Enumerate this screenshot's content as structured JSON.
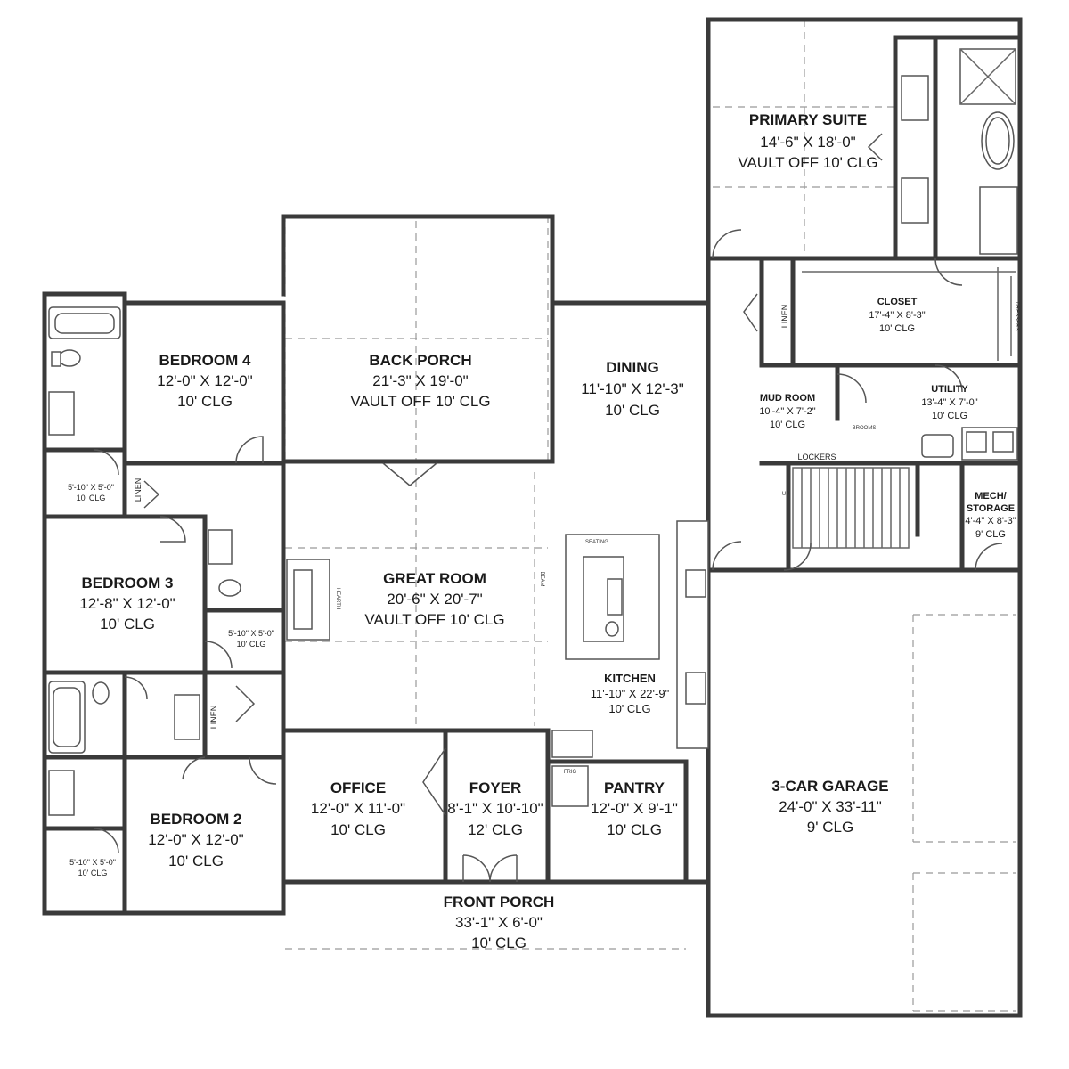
{
  "rooms": {
    "primary_suite": {
      "name": "PRIMARY SUITE",
      "size": "14'-6\" X 18'-0\"",
      "ceiling": "VAULT OFF 10' CLG"
    },
    "closet": {
      "name": "CLOSET",
      "size": "17'-4\" X 8'-3\"",
      "ceiling": "10' CLG"
    },
    "mud_room": {
      "name": "MUD ROOM",
      "size": "10'-4\" X 7'-2\"",
      "ceiling": "10' CLG"
    },
    "utility": {
      "name": "UTILITY",
      "size": "13'-4\" X 7'-0\"",
      "ceiling": "10' CLG"
    },
    "mech_storage": {
      "name1": "MECH/",
      "name2": "STORAGE",
      "size": "4'-4\" X 8'-3\"",
      "ceiling": "9' CLG"
    },
    "bedroom4": {
      "name": "BEDROOM 4",
      "size": "12'-0\" X 12'-0\"",
      "ceiling": "10' CLG"
    },
    "back_porch": {
      "name": "BACK PORCH",
      "size": "21'-3\" X 19'-0\"",
      "ceiling": "VAULT OFF 10' CLG"
    },
    "dining": {
      "name": "DINING",
      "size": "11'-10\" X 12'-3\"",
      "ceiling": "10' CLG"
    },
    "bedroom3": {
      "name": "BEDROOM 3",
      "size": "12'-8\" X 12'-0\"",
      "ceiling": "10' CLG"
    },
    "great_room": {
      "name": "GREAT ROOM",
      "size": "20'-6\" X 20'-7\"",
      "ceiling": "VAULT OFF 10' CLG"
    },
    "kitchen": {
      "name": "KITCHEN",
      "size": "11'-10\" X 22'-9\"",
      "ceiling": "10' CLG"
    },
    "bedroom2": {
      "name": "BEDROOM 2",
      "size": "12'-0\" X 12'-0\"",
      "ceiling": "10' CLG"
    },
    "office": {
      "name": "OFFICE",
      "size": "12'-0\" X 11'-0\"",
      "ceiling": "10' CLG"
    },
    "foyer": {
      "name": "FOYER",
      "size": "8'-1\" X 10'-10\"",
      "ceiling": "12' CLG"
    },
    "pantry": {
      "name": "PANTRY",
      "size": "12'-0\" X 9'-1\"",
      "ceiling": "10' CLG"
    },
    "garage": {
      "name": "3-CAR GARAGE",
      "size": "24'-0\" X 33'-11\"",
      "ceiling": "9' CLG"
    },
    "front_porch": {
      "name": "FRONT PORCH",
      "size": "33'-1\" X 6'-0\"",
      "ceiling": "10' CLG"
    },
    "bath_a": {
      "size": "5'-10\" X 5'-0\"",
      "ceiling": "10' CLG"
    },
    "bath_b": {
      "size": "5'-10\" X 5'-0\"",
      "ceiling": "10' CLG"
    },
    "bath_c": {
      "size": "5'-10\" X 5'-0\"",
      "ceiling": "10' CLG"
    }
  },
  "labels": {
    "linen": "LINEN",
    "lockers": "LOCKERS",
    "brooms": "BROOMS",
    "up": "UP",
    "seating": "SEATING",
    "beam": "BEAM",
    "hearth": "HEARTH",
    "dressers": "DRESSERS",
    "frig": "FRIG"
  }
}
